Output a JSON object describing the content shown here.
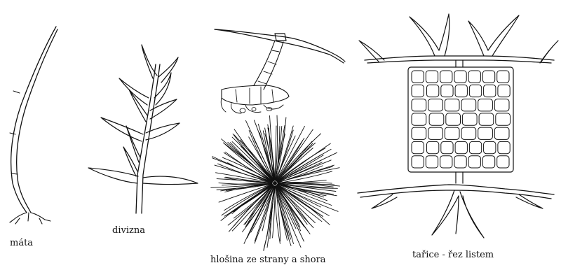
{
  "figure": {
    "captions": {
      "mata": "máta",
      "divizna": "divizna",
      "hlosina": "hlošina ze strany a shora",
      "tarice": "tařice - řez listem"
    },
    "colors": {
      "ink": "#111111",
      "background": "#ffffff"
    }
  }
}
